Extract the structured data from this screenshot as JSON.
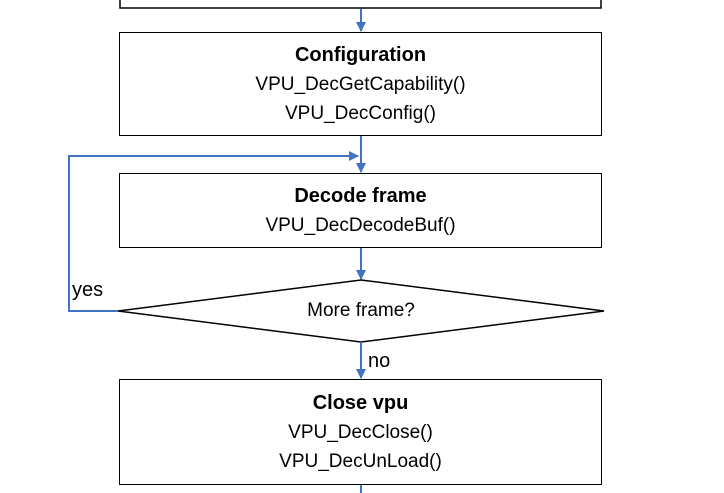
{
  "diagram": {
    "nodes": {
      "configuration": {
        "title": "Configuration",
        "lines": [
          "VPU_DecGetCapability()",
          "VPU_DecConfig()"
        ]
      },
      "decode_frame": {
        "title": "Decode frame",
        "lines": [
          "VPU_DecDecodeBuf()"
        ]
      },
      "more_frame": {
        "text": "More frame?"
      },
      "close_vpu": {
        "title": "Close vpu",
        "lines": [
          "VPU_DecClose()",
          "VPU_DecUnLoad()"
        ]
      }
    },
    "edge_labels": {
      "yes": "yes",
      "no": "no"
    },
    "colors": {
      "connector": "#4472C4",
      "border": "#000000"
    }
  }
}
